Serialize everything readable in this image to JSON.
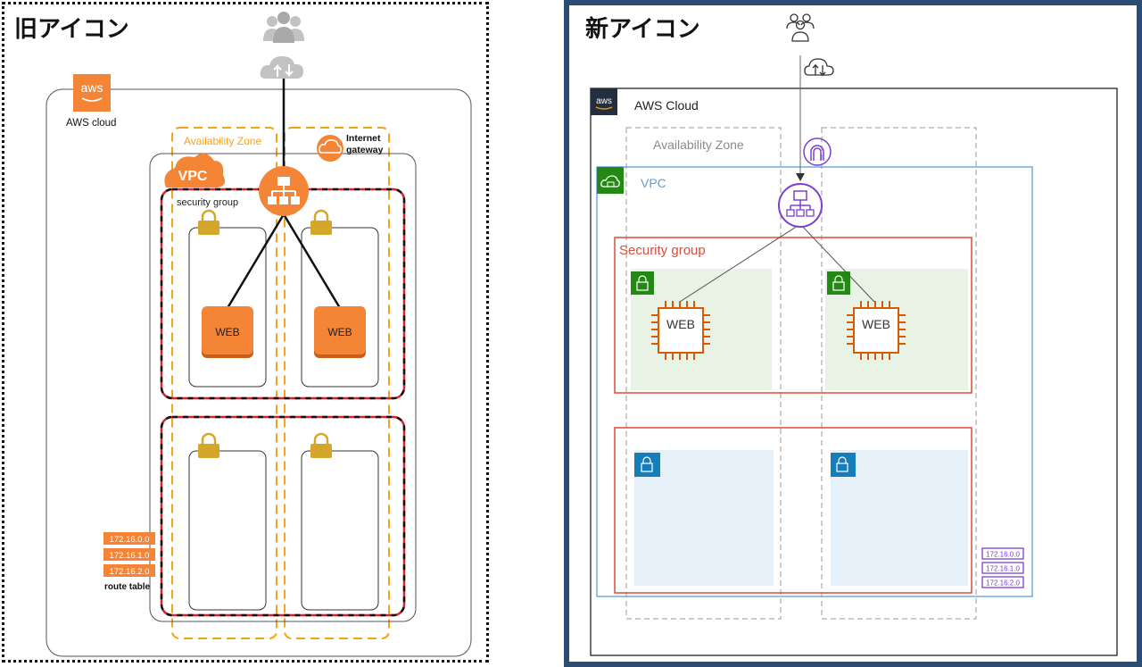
{
  "old": {
    "title": "旧アイコン",
    "aws_logo": "aws",
    "aws_cloud_label": "AWS cloud",
    "availability_zone_label": "Availability Zone",
    "vpc_label": "VPC",
    "internet_gateway_label_line1": "Internet",
    "internet_gateway_label_line2": "gateway",
    "security_group_label": "security group",
    "web_labels": [
      "WEB",
      "WEB"
    ],
    "route_table_entries": [
      "172.16.0.0",
      "172.16.1.0",
      "172.16.2.0"
    ],
    "route_table_label": "route table",
    "icons": [
      "users-icon",
      "internet-icon",
      "aws-logo-icon",
      "vpc-cloud-icon",
      "internet-gateway-icon",
      "load-balancer-icon",
      "lock-icon",
      "web-server-icon",
      "route-table-icon"
    ]
  },
  "new": {
    "title": "新アイコン",
    "aws_logo": "aws",
    "aws_cloud_label": "AWS Cloud",
    "availability_zone_label": "Availability Zone",
    "vpc_label": "VPC",
    "security_group_label": "Security group",
    "web_labels": [
      "WEB",
      "WEB"
    ],
    "route_table_entries": [
      "172.16.0.0",
      "172.16.1.0",
      "172.16.2.0"
    ],
    "icons": [
      "users-icon",
      "internet-icon",
      "aws-logo-icon",
      "vpc-icon",
      "internet-gateway-icon",
      "load-balancer-icon",
      "lock-icon",
      "ec2-instance-icon",
      "route-table-icon"
    ]
  },
  "colors": {
    "aws_orange": "#f58536",
    "az_orange": "#f7a11a",
    "sg_red": "#d6232c",
    "lock_gold": "#d4a62a",
    "new_purple": "#7b3fd3",
    "new_green": "#248814",
    "new_blue_vpc": "#5d9fd6",
    "new_sg_red": "#dd4b39",
    "new_private_blue": "#147eba",
    "new_ec2_orange": "#d45b07",
    "panel_border_blue": "#2b4d73"
  }
}
